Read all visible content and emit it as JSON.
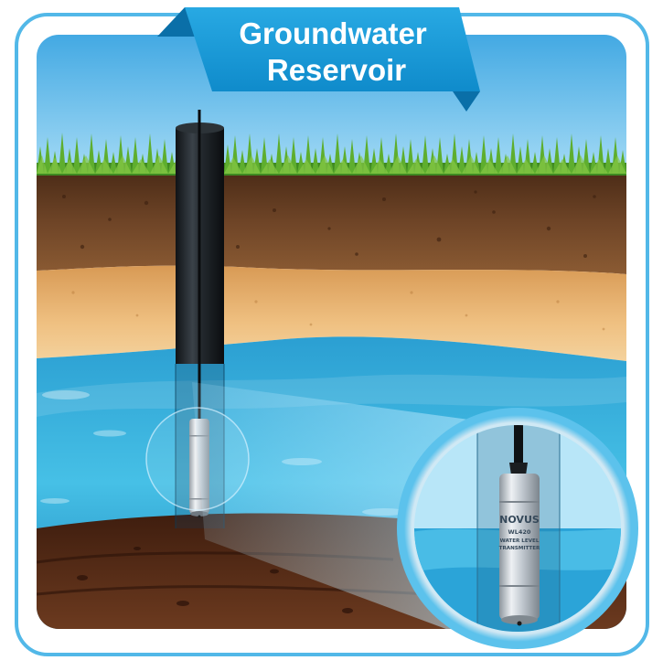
{
  "title": {
    "line1": "Groundwater",
    "line2": "Reservoir"
  },
  "sensor": {
    "brand": "NOVUS",
    "model": "WL420",
    "line1": "WATER LEVEL",
    "line2": "TRANSMITTER"
  },
  "colors": {
    "frame_border": "#4fb6e6",
    "banner_blue": "#1597d4",
    "banner_dark": "#0a6fa8",
    "sky": "#6fc4ee",
    "grass": "#58a531",
    "topsoil": "#6a4226",
    "sand": "#e8b572",
    "water": "#3cb7e2",
    "bedrock": "#5a2f1a",
    "pipe": "#1d2226",
    "sensor_metal": "#c9cfd5"
  }
}
